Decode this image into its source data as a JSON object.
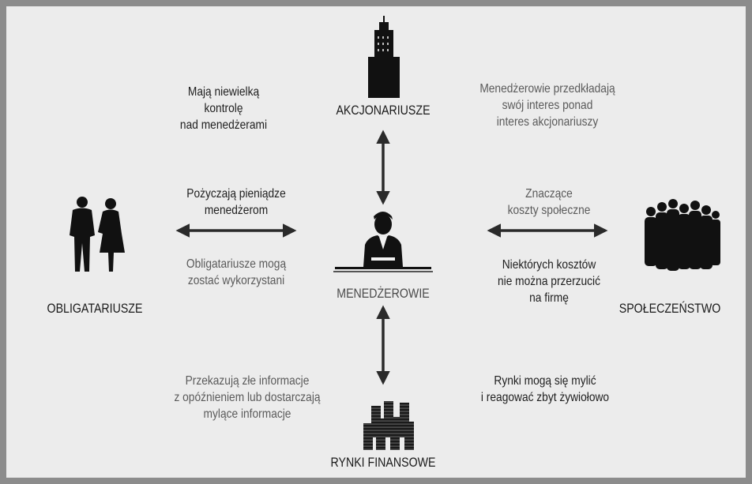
{
  "nodes": {
    "top": "AKCJONARIUSZE",
    "center": "MENEDŻEROWIE",
    "left": "OBLIGATARIUSZE",
    "right": "SPOŁECZEŃSTWO",
    "bottom": "RYNKI FINANSOWE"
  },
  "annotations": {
    "top_left": "Mają niewielką\nkontrolę\nnad menedżerami",
    "top_right": "Menedżerowie przedkładają\nswój interes ponad\ninteres akcjonariuszy",
    "left_above": "Pożyczają pieniądze\nmenedżerom",
    "left_below": "Obligatariusze mogą\nzostać wykorzystani",
    "right_above": "Znaczące\nkoszty społeczne",
    "right_below": "Niektórych kosztów\nnie można przerzucić\nna firmę",
    "bottom_left": "Przekazują złe informacje\nz opóźnieniem lub dostarczają\nmylące informacje",
    "bottom_right": "Rynki mogą się mylić\ni reagować zbyt żywiołowo"
  },
  "icons": {
    "top": "skyscraper-icon",
    "center": "manager-at-desk-icon",
    "left": "couple-silhouette-icon",
    "right": "crowd-silhouette-icon",
    "bottom": "coin-stacks-icon"
  },
  "colors": {
    "background": "#ececec",
    "frame": "#8c8c8c",
    "arrow": "#2a2a2a",
    "text_dark": "#1e1e1e",
    "text_grey": "#5a5a5a"
  }
}
